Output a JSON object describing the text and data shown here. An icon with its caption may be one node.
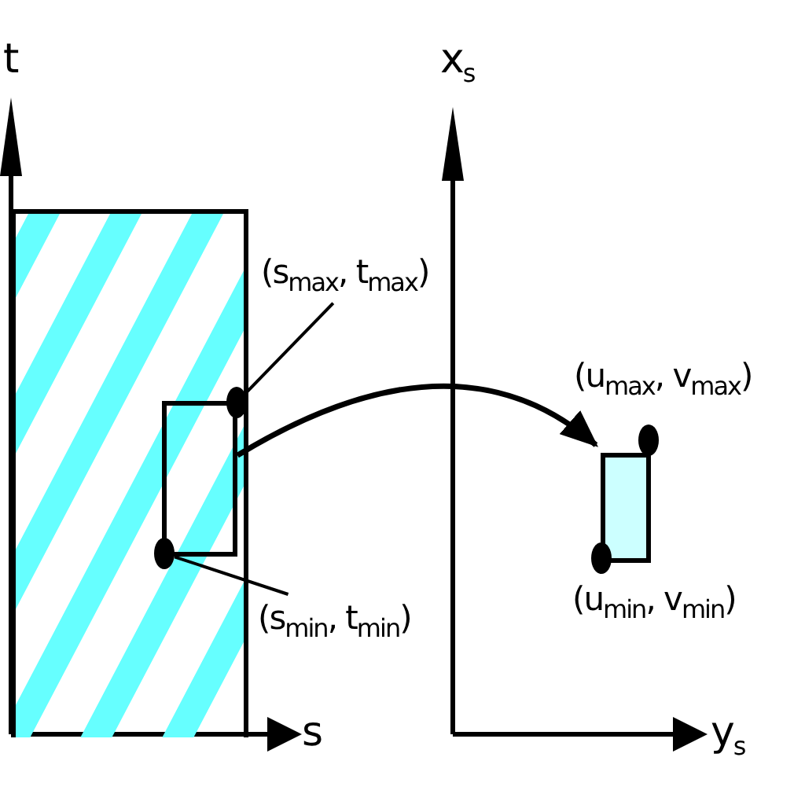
{
  "diagram": {
    "nodes": [
      {
        "text": [],
        "shape": "box"
      },
      {
        "text": [],
        "shape": "box",
        "in": 0
      },
      {
        "text": [],
        "shape": "circle",
        "in": 0
      },
      {
        "text": [],
        "shape": "circle",
        "in": 0
      },
      {
        "text": [],
        "shape": "box"
      },
      {
        "text": [
          "(s$_{max}$, t$_{max}$)"
        ]
      },
      {
        "text": [
          "(s$_{min}$, t$_{min}$)"
        ]
      },
      {
        "text": [],
        "shape": "circle",
        "beside": [
          "(u$_{max}$, v$_{max}$)"
        ]
      },
      {
        "text": [],
        "shape": "circle",
        "beside": [
          "(u$_{min}$, v$_{min}$)"
        ]
      }
    ],
    "edges": [
      {
        "from": 1,
        "to": 4,
        "arrow": "to"
      },
      {
        "from": 5,
        "to": 2,
        "arrow": "none"
      },
      {
        "from": 6,
        "to": 3,
        "arrow": "none"
      }
    ],
    "labels": [
      "t",
      "x$_{s}$",
      "s",
      "y$_{s}$"
    ]
  }
}
